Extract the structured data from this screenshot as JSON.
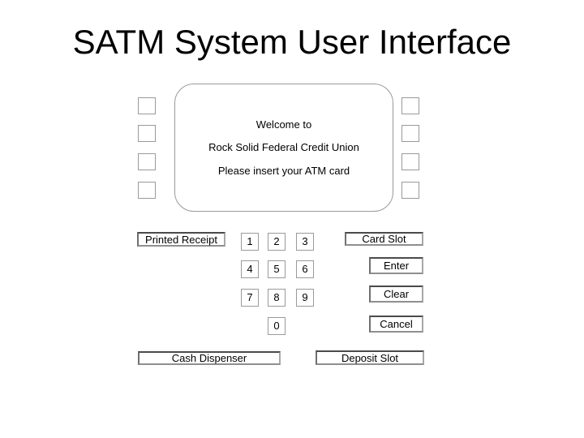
{
  "slide": {
    "title": "SATM System User Interface"
  },
  "screen": {
    "line1": "Welcome to",
    "line2": "Rock Solid Federal Credit Union",
    "line3": "Please insert your ATM card"
  },
  "keypad": {
    "keys": [
      "1",
      "2",
      "3",
      "4",
      "5",
      "6",
      "7",
      "8",
      "9",
      "0"
    ]
  },
  "buttons": {
    "enter": "Enter",
    "clear": "Clear",
    "cancel": "Cancel"
  },
  "slots": {
    "printed_receipt": "Printed Receipt",
    "card_slot": "Card Slot",
    "cash_dispenser": "Cash Dispenser",
    "deposit_slot": "Deposit Slot"
  },
  "colors": {
    "background": "#ffffff",
    "text": "#000000",
    "border_light": "#9a9a9a",
    "border_dark": "#4a4a4a"
  }
}
